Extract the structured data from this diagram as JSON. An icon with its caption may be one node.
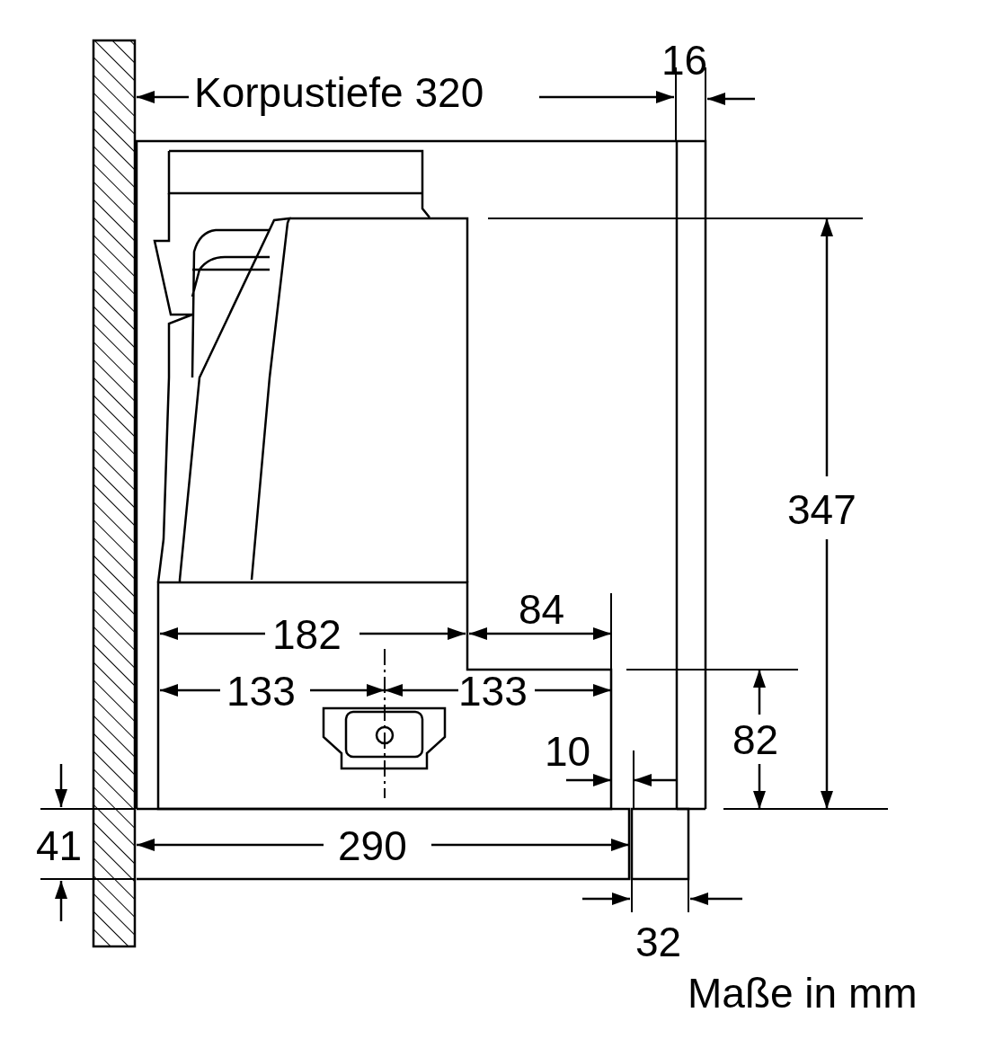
{
  "diagram": {
    "labels": [
      "Korpustiefe 320",
      "16",
      "347",
      "182",
      "84",
      "133",
      "133",
      "82",
      "10",
      "41",
      "290",
      "32",
      "Maße in mm"
    ]
  }
}
